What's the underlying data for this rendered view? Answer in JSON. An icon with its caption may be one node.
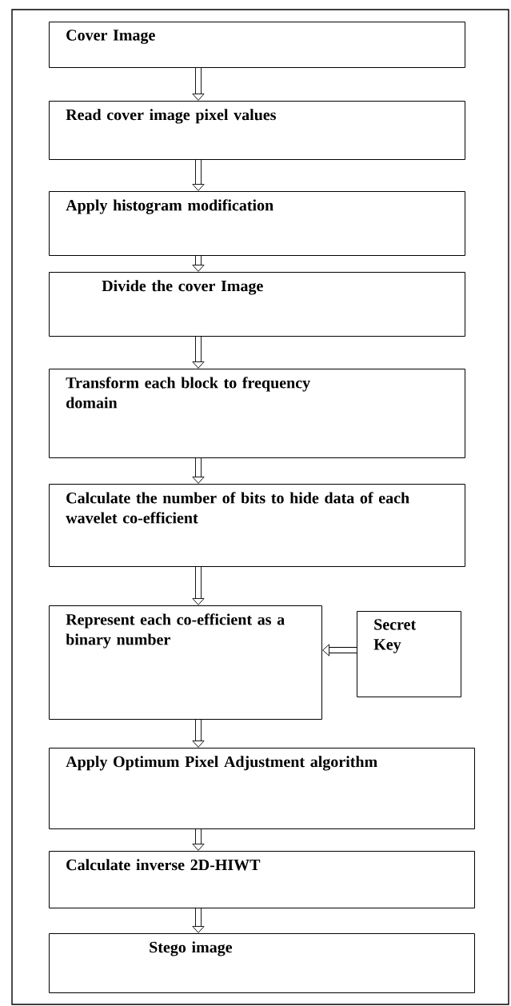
{
  "diagram": {
    "nodes": [
      {
        "text": [
          "Cover Image"
        ]
      },
      {
        "text": [
          "Read cover image pixel values"
        ]
      },
      {
        "text": [
          "Apply histogram modification"
        ]
      },
      {
        "text": [
          "Divide the cover Image"
        ]
      },
      {
        "text": [
          "Transform each block to frequency domain"
        ]
      },
      {
        "text": [
          "Calculate the number of bits to hide data of each wavelet co-efficient"
        ]
      },
      {
        "text": [
          "Represent each co-efficient as a binary number"
        ]
      },
      {
        "text": [
          "Secret Key"
        ]
      },
      {
        "text": [
          "Apply Optimum Pixel Adjustment algorithm"
        ]
      },
      {
        "text": [
          "Calculate inverse 2D-HIWT"
        ]
      },
      {
        "text": [
          "Stego image"
        ]
      }
    ],
    "edges": [
      {
        "from": 0,
        "to": 1,
        "arrow": "to"
      },
      {
        "from": 1,
        "to": 2,
        "arrow": "to"
      },
      {
        "from": 2,
        "to": 3,
        "arrow": "to"
      },
      {
        "from": 3,
        "to": 4,
        "arrow": "to"
      },
      {
        "from": 4,
        "to": 5,
        "arrow": "to"
      },
      {
        "from": 5,
        "to": 6,
        "arrow": "to"
      },
      {
        "from": 7,
        "to": 6,
        "arrow": "to"
      },
      {
        "from": 6,
        "to": 8,
        "arrow": "to"
      },
      {
        "from": 8,
        "to": 9,
        "arrow": "to"
      },
      {
        "from": 9,
        "to": 10,
        "arrow": "to"
      }
    ]
  }
}
